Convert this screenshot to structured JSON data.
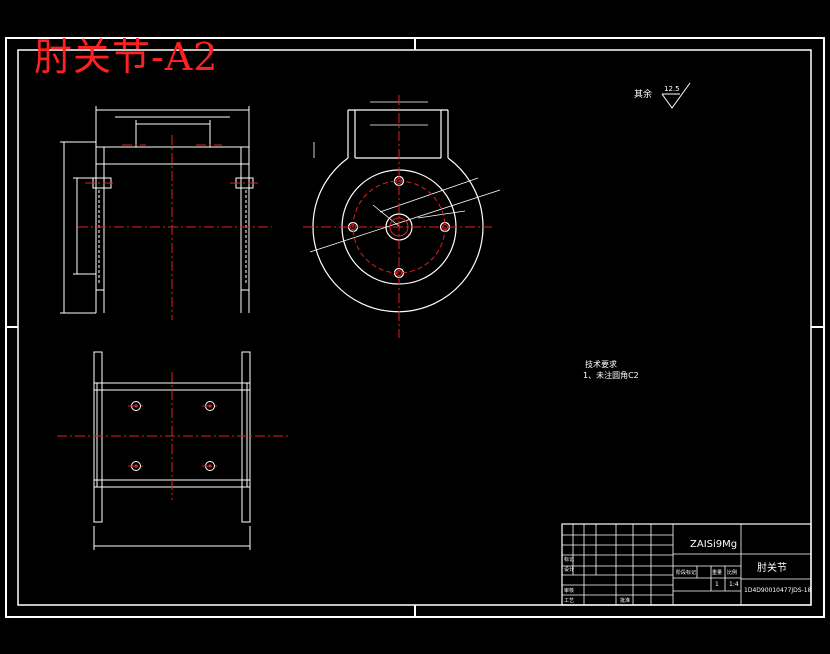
{
  "title": "肘关节-A2",
  "roughness": {
    "label": "其余",
    "value": "12.5"
  },
  "tech_notes": {
    "heading": "技术要求",
    "item1": "1、未注圆角C2"
  },
  "title_block": {
    "material": "ZAISi9Mg",
    "part_name": "肘关节",
    "drawing_no": "1D4D90010477JDS-18",
    "scale": "1:4",
    "qty": "1",
    "row_labels": [
      "标记",
      "设计",
      "审核",
      "工艺"
    ],
    "stage_headers": [
      "阶段标记",
      "重量",
      "比例"
    ],
    "approve": "批准"
  }
}
